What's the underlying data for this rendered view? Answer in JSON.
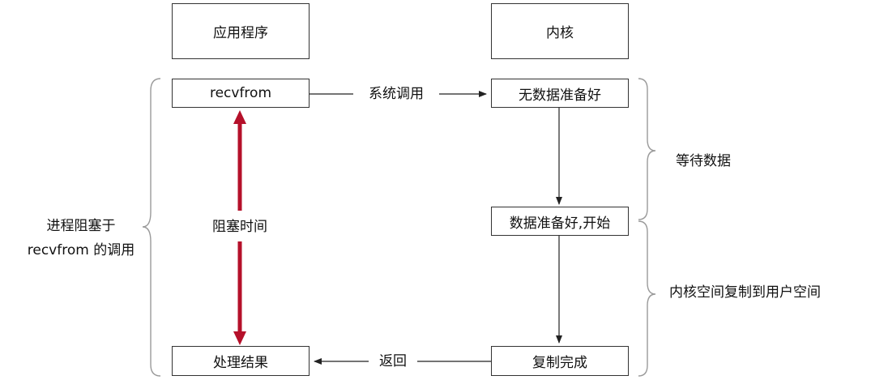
{
  "headers": {
    "application": "应用程序",
    "kernel": "内核"
  },
  "steps": {
    "recvfrom": "recvfrom",
    "no_data": "无数据准备好",
    "data_ready": "数据准备好,开始",
    "copy_done": "复制完成",
    "process_result": "处理结果"
  },
  "edges": {
    "syscall": "系统调用",
    "return": "返回"
  },
  "annotations": {
    "blocked_time": "阻塞时间",
    "process_blocked_line1": "进程阻塞于",
    "process_blocked_line2": "recvfrom 的调用",
    "wait_for_data": "等待数据",
    "copy_to_user": "内核空间复制到用户空间"
  },
  "colors": {
    "block_arrow": "#b5102a",
    "line": "#222222",
    "brace": "#9a9a9a"
  }
}
